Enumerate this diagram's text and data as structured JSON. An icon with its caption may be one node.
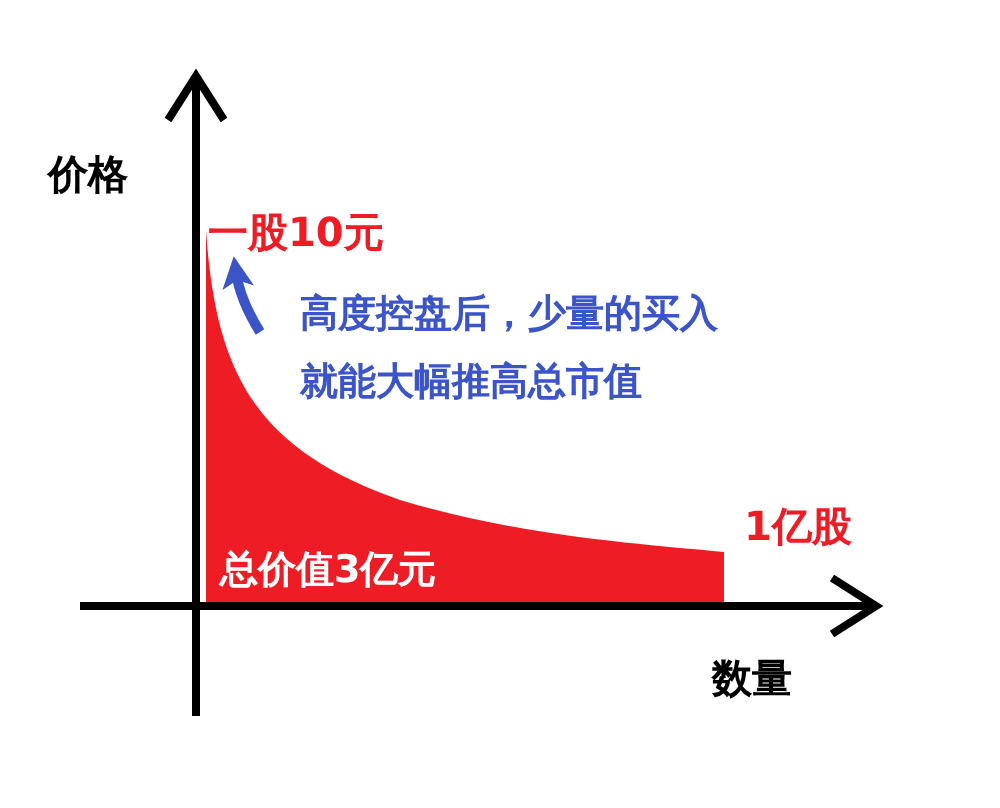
{
  "diagram": {
    "labels": [
      "价格",
      "一股10元",
      "高度控盘后，少量的买入就能大幅推高总市值",
      "1亿股",
      "总价值3亿元",
      "数量"
    ]
  }
}
